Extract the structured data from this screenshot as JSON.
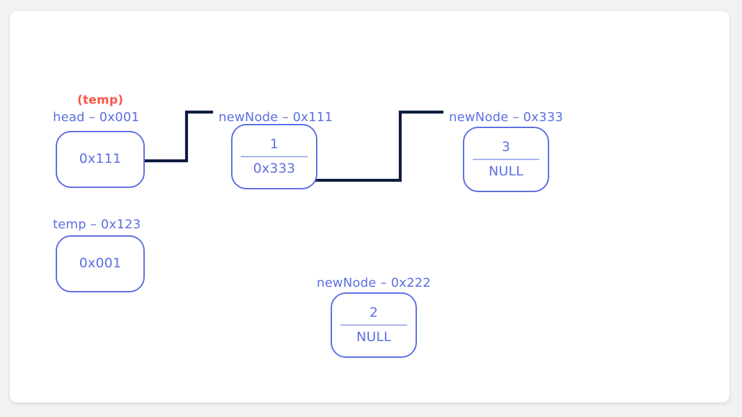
{
  "diagram": {
    "title_tag": "(temp)",
    "accent_color": "#5c6fe0",
    "highlight_color": "#fb5549",
    "wire_color": "#0d1b3e",
    "divider_color": "#a9b4ee",
    "canvas_background": "#ffffff",
    "page_background": "#f2f2f3"
  },
  "labels": {
    "head": "head – 0x001",
    "temp_var": "temp – 0x123",
    "new_node_111": "newNode – 0x111",
    "new_node_333": "newNode – 0x333",
    "new_node_222": "newNode – 0x222"
  },
  "nodes": {
    "head_box": {
      "kind": "pointer",
      "value": "0x111"
    },
    "temp_box": {
      "kind": "pointer",
      "value": "0x001"
    },
    "node_111": {
      "kind": "node",
      "value": "1",
      "next": "0x333"
    },
    "node_333": {
      "kind": "node",
      "value": "3",
      "next": "NULL"
    },
    "node_222": {
      "kind": "node",
      "value": "2",
      "next": "NULL"
    }
  },
  "connections": [
    {
      "name": "head-to-node-111",
      "from": "head_box",
      "to": "new_node_111"
    },
    {
      "name": "node-111-next-to-node-333",
      "from": "node_111",
      "to": "new_node_333"
    }
  ]
}
